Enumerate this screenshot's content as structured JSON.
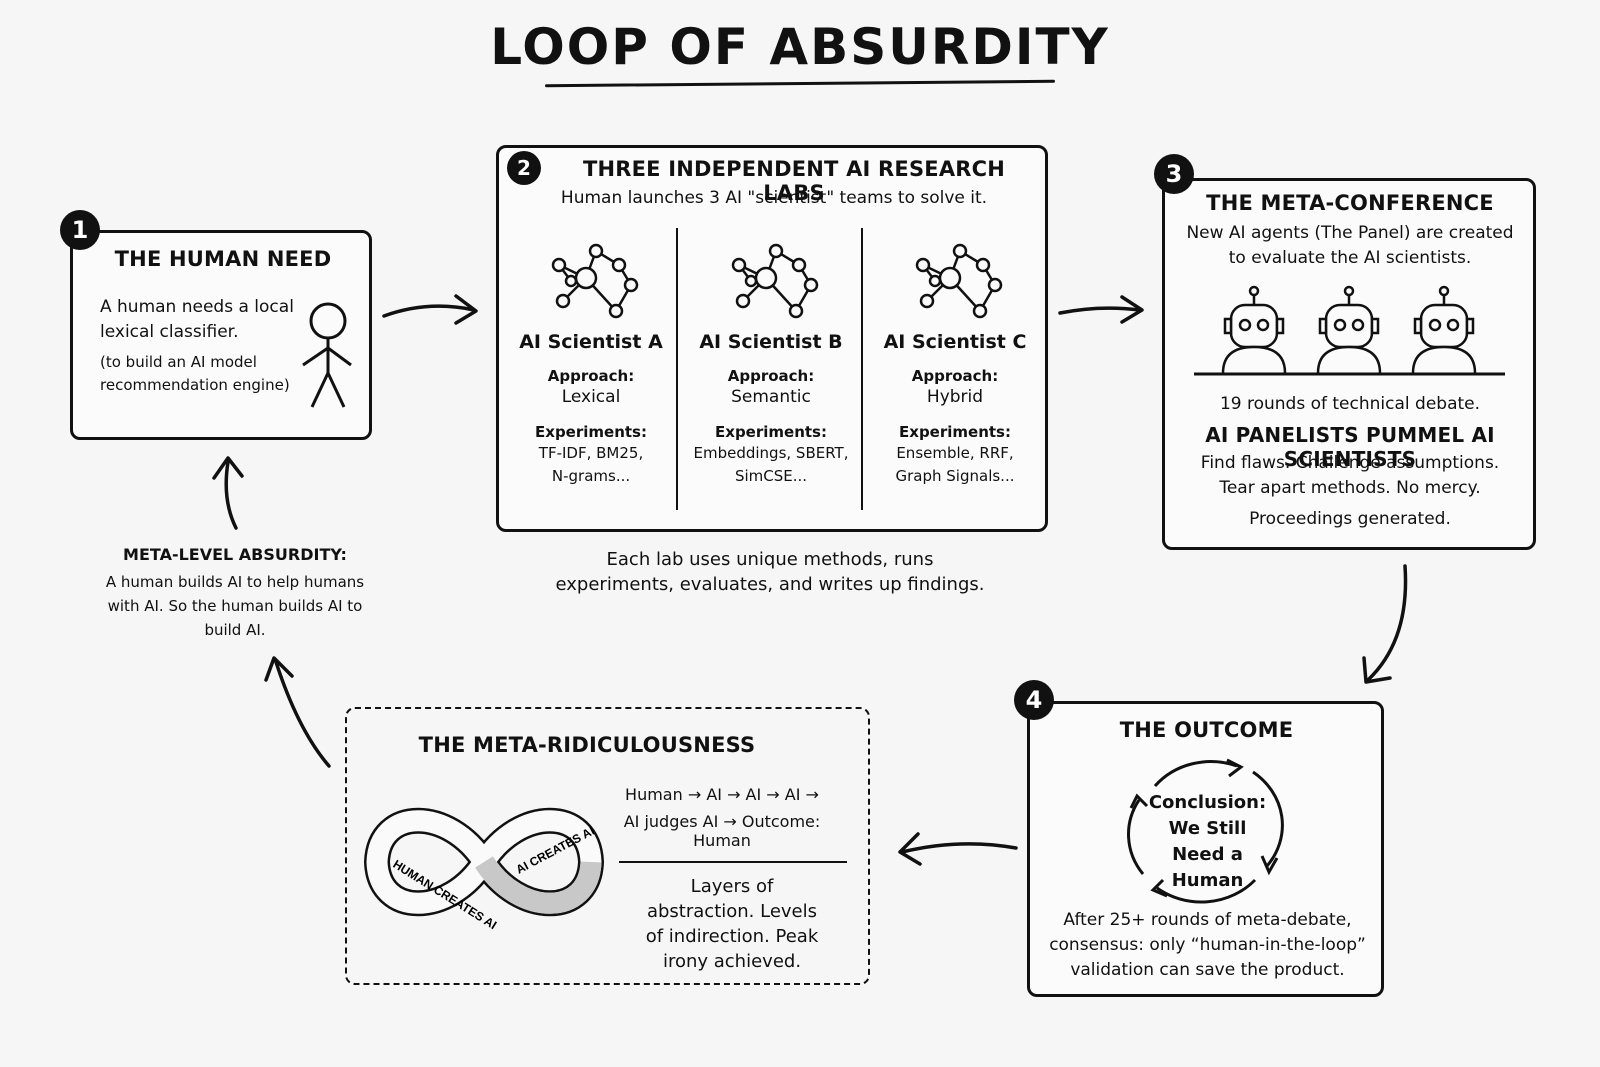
{
  "title": "LOOP OF ABSURDITY",
  "step1": {
    "number": "1",
    "heading": "THE HUMAN NEED",
    "text1": "A human needs a local lexical classifier.",
    "text2": "(to build an AI model recommendation engine)"
  },
  "step2": {
    "number": "2",
    "heading": "THREE INDEPENDENT AI RESEARCH LABS",
    "subtitle": "Human launches 3 AI \"scientist\" teams to solve it.",
    "scientists": [
      {
        "name": "AI Scientist A",
        "approach_label": "Approach:",
        "approach": "Lexical",
        "experiments_label": "Experiments:",
        "experiments_1": "TF-IDF, BM25,",
        "experiments_2": "N-grams..."
      },
      {
        "name": "AI Scientist B",
        "approach_label": "Approach:",
        "approach": "Semantic",
        "experiments_label": "Experiments:",
        "experiments_1": "Embeddings, SBERT,",
        "experiments_2": "SimCSE..."
      },
      {
        "name": "AI Scientist C",
        "approach_label": "Approach:",
        "approach": "Hybrid",
        "experiments_label": "Experiments:",
        "experiments_1": "Ensemble, RRF,",
        "experiments_2": "Graph Signals..."
      }
    ],
    "caption": "Each lab uses unique methods, runs experiments, evaluates, and writes up findings."
  },
  "step3": {
    "number": "3",
    "heading": "THE META-CONFERENCE",
    "text": "New AI agents (The Panel) are created to evaluate the AI scientists.",
    "rounds": "19 rounds of technical debate.",
    "subheading": "AI PANELISTS PUMMEL AI SCIENTISTS",
    "text2": "Find flaws. Challenge assumptions. Tear apart methods. No mercy.",
    "text3": "Proceedings generated."
  },
  "step4": {
    "number": "4",
    "heading": "THE OUTCOME",
    "conclusion": "Conclusion: We Still Need a Human",
    "text": "After 25+ rounds of meta-debate, consensus: only “human-in-the-loop” validation can save the product."
  },
  "meta_box": {
    "heading": "THE META-RIDICULOUSNESS",
    "chain_1": "Human → AI → AI → AI →",
    "chain_2": "AI judges AI → Outcome: Human",
    "infinity_left": "HUMAN CREATES AI",
    "infinity_right": "AI CREATES AI",
    "lines": "Layers of abstraction. Levels of indirection. Peak irony achieved."
  },
  "meta_absurdity": {
    "heading": "META-LEVEL ABSURDITY:",
    "text": "A human builds AI to help humans with AI. So the human builds AI to build AI."
  }
}
